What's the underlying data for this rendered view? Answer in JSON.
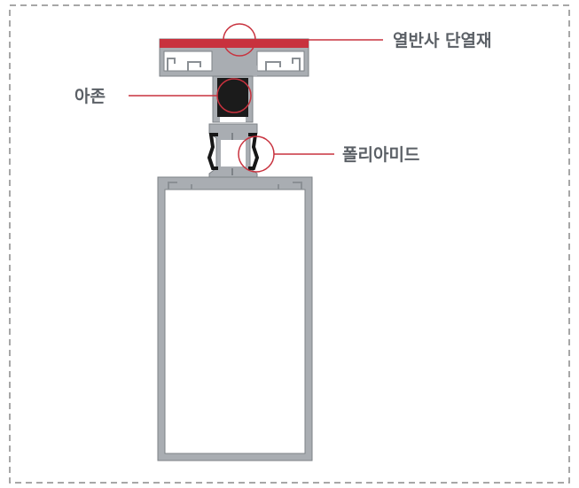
{
  "labels": {
    "thermal_break_tape": "열반사 단열재",
    "azon": "아존",
    "polyamide": "폴리아미드"
  },
  "colors": {
    "profile_fill": "#a9adb2",
    "profile_stroke": "#7d8287",
    "inner_face": "#ffffff",
    "accent_red": "#c8323e",
    "azon_fill": "#1b1b1b",
    "polyamide_fill": "#161616",
    "frame_border": "#8a8a8a",
    "label_text": "#5b6066"
  }
}
